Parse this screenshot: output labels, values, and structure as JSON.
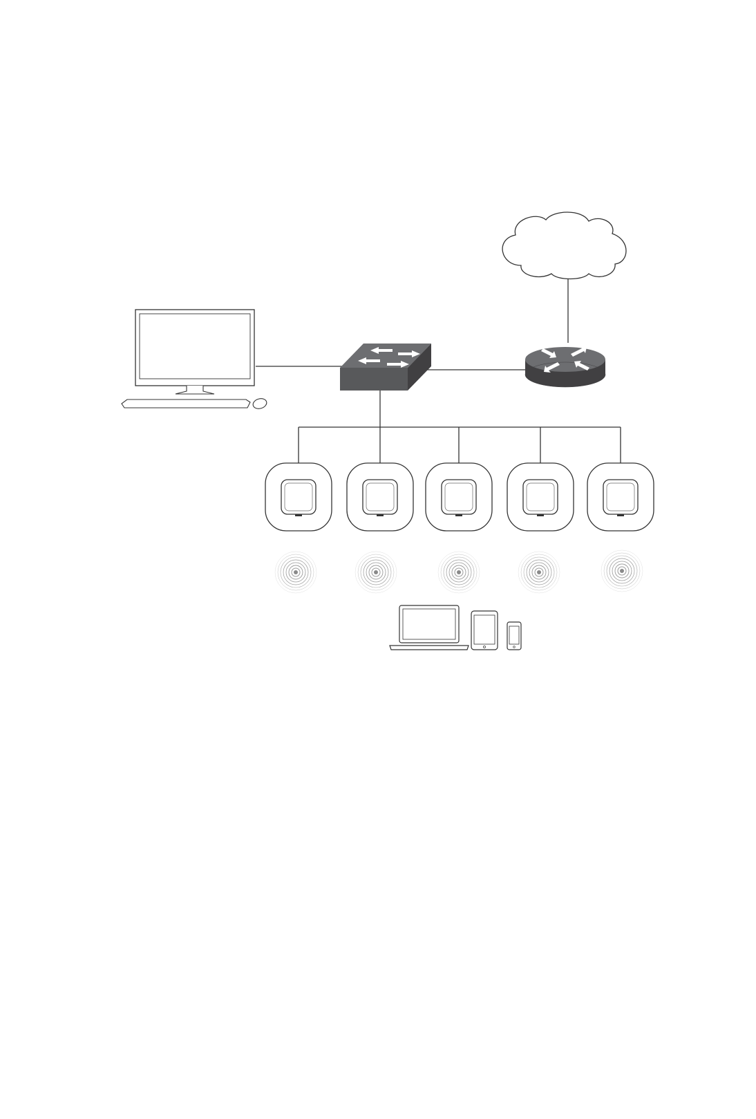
{
  "diagram": {
    "colors": {
      "line": "#333333",
      "device_fill": "#58595b",
      "device_top": "#6d6e71",
      "device_dark": "#414042",
      "arrow": "#ffffff",
      "signal": "#9a9a9a",
      "background": "#ffffff"
    },
    "nodes": [
      {
        "id": "internet",
        "icon": "cloud-icon"
      },
      {
        "id": "router",
        "icon": "router-icon"
      },
      {
        "id": "switch",
        "icon": "switch-icon"
      },
      {
        "id": "management-pc",
        "icon": "desktop-computer-icon"
      },
      {
        "id": "access-point-1",
        "icon": "ceiling-access-point-icon"
      },
      {
        "id": "access-point-2",
        "icon": "ceiling-access-point-icon"
      },
      {
        "id": "access-point-3",
        "icon": "ceiling-access-point-icon"
      },
      {
        "id": "access-point-4",
        "icon": "ceiling-access-point-icon"
      },
      {
        "id": "access-point-5",
        "icon": "ceiling-access-point-icon"
      },
      {
        "id": "wireless-clients",
        "icon": "laptop-tablet-phone-icon"
      }
    ],
    "edges": [
      {
        "from": "internet",
        "to": "router"
      },
      {
        "from": "router",
        "to": "switch"
      },
      {
        "from": "management-pc",
        "to": "switch"
      },
      {
        "from": "switch",
        "to": "access-point-1"
      },
      {
        "from": "switch",
        "to": "access-point-2"
      },
      {
        "from": "switch",
        "to": "access-point-3"
      },
      {
        "from": "switch",
        "to": "access-point-4"
      },
      {
        "from": "switch",
        "to": "access-point-5"
      }
    ]
  }
}
